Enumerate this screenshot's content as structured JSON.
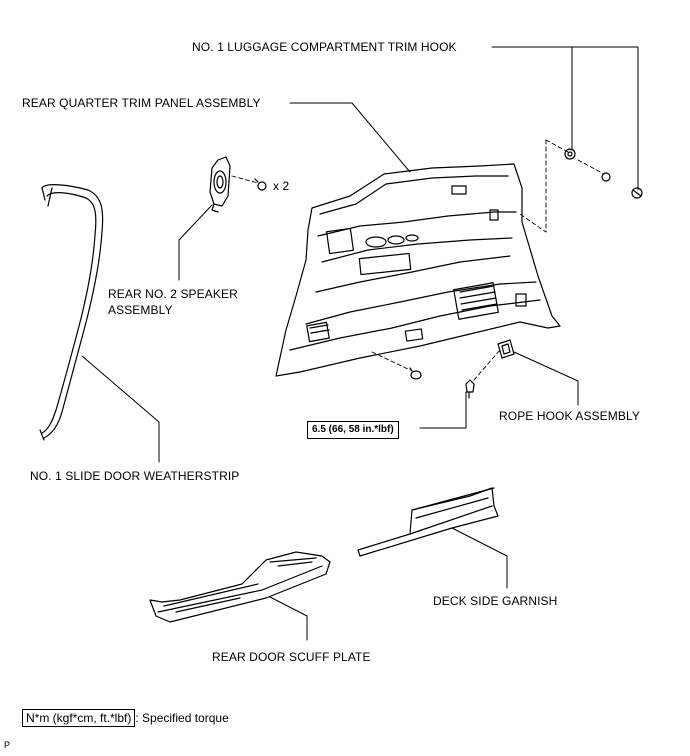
{
  "labels": {
    "luggage_hook": "NO. 1 LUGGAGE COMPARTMENT TRIM HOOK",
    "trim_panel": "REAR QUARTER TRIM PANEL ASSEMBLY",
    "speaker_line1": "REAR NO. 2 SPEAKER",
    "speaker_line2": "ASSEMBLY",
    "count_x2": "x 2",
    "weatherstrip": "NO. 1 SLIDE DOOR WEATHERSTRIP",
    "rope_hook": "ROPE HOOK ASSEMBLY",
    "deck_garnish": "DECK SIDE GARNISH",
    "scuff_plate": "REAR DOOR SCUFF PLATE"
  },
  "torque": "6.5 (66, 58 in.*lbf)",
  "legend": {
    "unit": "N*m (kgf*cm, ft.*lbf)",
    "text": ": Specified torque"
  },
  "corner_mark": "P"
}
